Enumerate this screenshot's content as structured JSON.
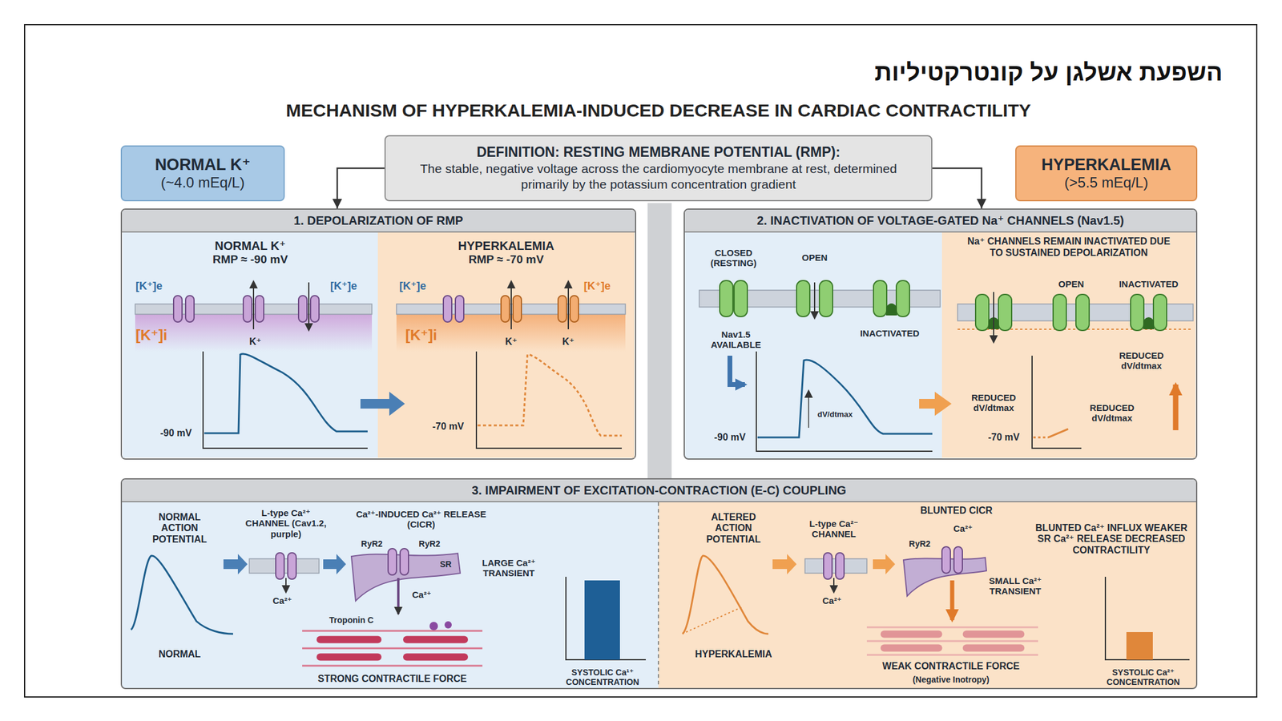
{
  "diagram": {
    "title": "השפעת אשלגן על קונטרקטיליות",
    "nodes": [
      {
        "text": [
          "NORMAL K⁺",
          "(~4.0 mEq/L)"
        ]
      },
      {
        "text": [
          "DEFINITION: RESTING MEMBRANE POTENTIAL (RMP):",
          "The stable, negative voltage across the cardiomyocyte membrane at rest, determined primarily by the potassium concentration gradient"
        ]
      },
      {
        "text": [
          "HYPERKALEMIA",
          "(>5.5 mEq/L)"
        ]
      },
      {
        "text": [
          "1. DEPOLARIZATION OF RMP"
        ]
      },
      {
        "text": [
          "NORMAL K⁺",
          "RMP ≈ -90 mV"
        ],
        "in": 3
      },
      {
        "text": [
          "HYPERKALEMIA",
          "RMP ≈ -70 mV"
        ],
        "in": 3
      },
      {
        "text": [
          "2. INACTIVATION OF VOLTAGE-GATED Na⁺ CHANNELS (Nav1.5)"
        ]
      },
      {
        "text": [
          "Na⁺ CHANNELS REMAIN INACTIVATED DUE TO SUSTAINED DEPOLARIZATION"
        ],
        "in": 6
      },
      {
        "text": [
          "3. IMPAIRMENT OF EXCITATION-CONTRACTION (E-C) COUPLING"
        ]
      }
    ],
    "edges": [
      {
        "from": 1,
        "to": 3,
        "arrow": "to"
      },
      {
        "from": 1,
        "to": 6,
        "arrow": "to"
      }
    ],
    "labels": [
      "MECHANISM OF HYPERKALEMIA-INDUCED DECREASE IN CARDIAC CONTRACTILITY",
      "[K⁺]e",
      "[K⁺]e",
      "[K⁺]i",
      "K⁺",
      "-90 mV",
      "[K⁺]e",
      "[K⁺]e",
      "[K⁺]i",
      "K⁺",
      "K⁺",
      "-70 mV",
      "CLOSED (RESTING)",
      "OPEN",
      "INACTIVATED",
      "Nav1.5 AVAILABLE",
      "dV/dtmax",
      "-90 mV",
      "OPEN",
      "INACTIVATED",
      "REDUCED dV/dtmax",
      "REDUCED dV/dtmax",
      "REDUCED dV/dtmax",
      "-70 mV",
      "NORMAL ACTION POTENTIAL",
      "L-type Ca²⁺ CHANNEL (Cav1.2, purple)",
      "Ca²⁺",
      "Ca²⁺-INDUCED Ca²⁺ RELEASE (CICR)",
      "RyR2",
      "RyR2",
      "SR",
      "LARGE Ca²⁺ TRANSIENT",
      "Ca²⁺",
      "Troponin C",
      "NORMAL",
      "STRONG CONTRACTILE FORCE",
      "SYSTOLIC Ca¹⁺ CONCENTRATION",
      "ALTERED ACTION POTENTIAL",
      "L-type Ca²⁻ CHANNEL",
      "Ca²⁺",
      "BLUNTED CICR",
      "Ca²⁺",
      "RyR2",
      "SMALL Ca²⁺ TRANSIENT",
      "HYPERKALEMIA",
      "WEAK CONTRACTILE FORCE",
      "(Negative Inotropy)",
      "BLUNTED Ca²⁺ INFLUX WEAKER SR Ca²⁺ RELEASE DECREASED CONTRACTILITY",
      "SYSTOLIC Ca²⁺ CONCENTRATION"
    ]
  }
}
